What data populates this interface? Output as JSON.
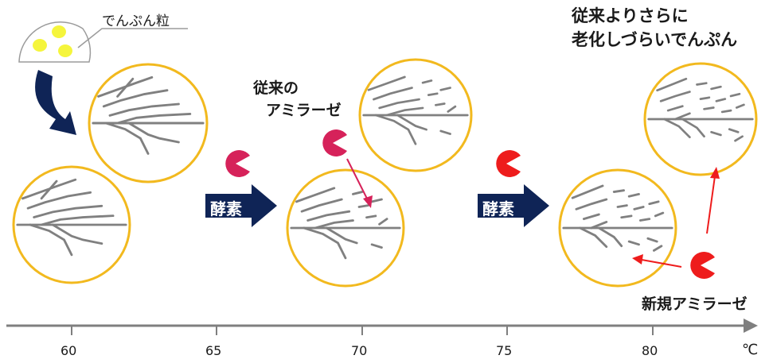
{
  "starch_granule_label": "でんぷん粒",
  "enzyme_label": "酵素",
  "conventional_amylase_label": [
    "従来の",
    "アミラーゼ"
  ],
  "new_amylase_label": "新規アミラーゼ",
  "result_label": [
    "従来よりさらに",
    "老化しづらいでんぷん"
  ],
  "axis": {
    "ticks": [
      "60",
      "65",
      "70",
      "75",
      "80"
    ],
    "unit": "℃"
  },
  "colors": {
    "circle_border": "#f2b91e",
    "chain": "#808080",
    "arrow_fill": "#0f2456",
    "axis": "#7f7f7f",
    "conventional_enzyme": "#d6225a",
    "new_enzyme": "#ee1c1c",
    "granule": "#f5f53c"
  }
}
